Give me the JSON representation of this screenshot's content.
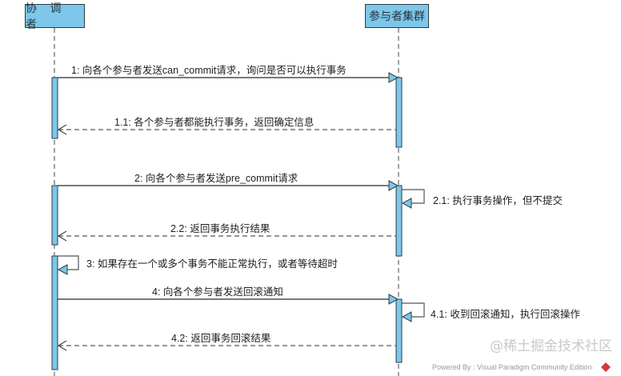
{
  "diagram": {
    "type": "sequence",
    "colors": {
      "activation": "#7cc7ea",
      "line": "#2f3b44",
      "lifeline": "#707070"
    },
    "participants": [
      {
        "id": "coordinator",
        "label": "协 调 者"
      },
      {
        "id": "participants",
        "label": "参与者集群"
      }
    ],
    "messages": [
      {
        "label": "1: 向各个参与者发送can_commit请求，询问是否可以执行事务",
        "from": "coordinator",
        "to": "participants",
        "kind": "call"
      },
      {
        "label": "1.1: 各个参与者都能执行事务，返回确定信息",
        "from": "participants",
        "to": "coordinator",
        "kind": "return"
      },
      {
        "label": "2: 向各个参与者发送pre_commit请求",
        "from": "coordinator",
        "to": "participants",
        "kind": "call"
      },
      {
        "label": "2.1: 执行事务操作，但不提交",
        "from": "participants",
        "to": "participants",
        "kind": "self"
      },
      {
        "label": "2.2: 返回事务执行结果",
        "from": "participants",
        "to": "coordinator",
        "kind": "return"
      },
      {
        "label": "3: 如果存在一个或多个事务不能正常执行，或者等待超时",
        "from": "coordinator",
        "to": "coordinator",
        "kind": "self"
      },
      {
        "label": "4: 向各个参与者发送回滚通知",
        "from": "coordinator",
        "to": "participants",
        "kind": "call"
      },
      {
        "label": "4.1: 收到回滚通知，执行回滚操作",
        "from": "participants",
        "to": "participants",
        "kind": "self"
      },
      {
        "label": "4.2: 返回事务回滚结果",
        "from": "participants",
        "to": "coordinator",
        "kind": "return"
      }
    ]
  },
  "footer": {
    "powered_by": "Powered By : Visual Paradigm Community Edition",
    "watermark": "@稀土掘金技术社区"
  }
}
